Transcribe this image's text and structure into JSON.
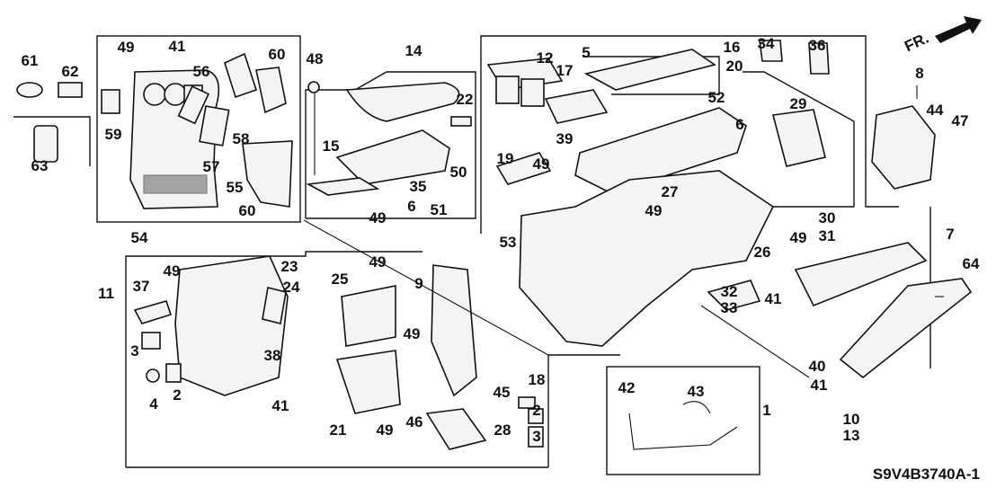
{
  "diagram_code": "S9V4B3740A-1",
  "front_indicator": "FR.",
  "colors": {
    "line": "#111111",
    "part_fill": "#f4f4f4",
    "background": "#ffffff"
  },
  "labels": [
    "61",
    "62",
    "63",
    "49",
    "41",
    "60",
    "56",
    "59",
    "58",
    "57",
    "55",
    "60",
    "54",
    "48",
    "14",
    "22",
    "15",
    "35",
    "50",
    "6",
    "51",
    "49",
    "12",
    "17",
    "5",
    "20",
    "39",
    "52",
    "16",
    "34",
    "36",
    "29",
    "6",
    "19",
    "49",
    "27",
    "49",
    "8",
    "44",
    "47",
    "7",
    "30",
    "31",
    "26",
    "49",
    "53",
    "64",
    "32",
    "33",
    "41",
    "11",
    "37",
    "49",
    "23",
    "24",
    "3",
    "4",
    "2",
    "38",
    "41",
    "25",
    "49",
    "21",
    "49",
    "9",
    "49",
    "45",
    "46",
    "28",
    "18",
    "2",
    "3",
    "42",
    "43",
    "1",
    "40",
    "41",
    "10",
    "13"
  ]
}
